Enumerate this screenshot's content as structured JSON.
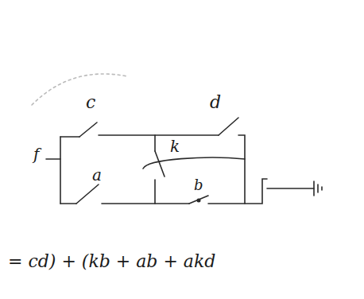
{
  "diagram": {
    "labels": [
      "c",
      "d",
      "f",
      "k",
      "a",
      "b",
      "= cd) + (kb + ab + akd"
    ]
  }
}
